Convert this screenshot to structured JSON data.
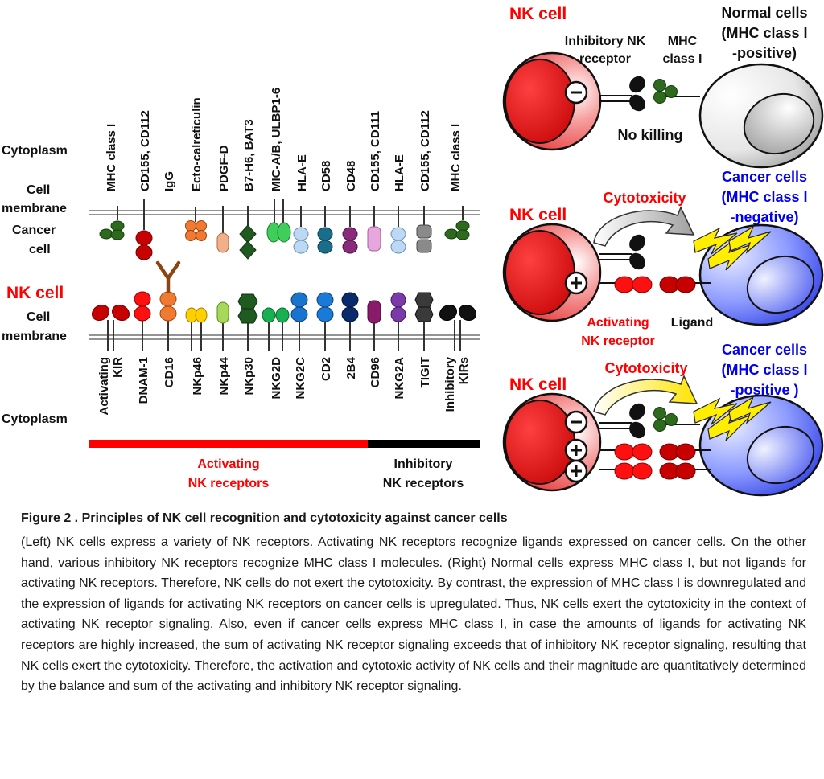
{
  "left": {
    "labels": {
      "cytoplasm_top": "Cytoplasm",
      "cell_membrane_top_line1": "Cell",
      "cell_membrane_top_line2": "membrane",
      "cancer_cell_line1": "Cancer",
      "cancer_cell_line2": "cell",
      "nk_cell": "NK cell",
      "cell_membrane_bottom_line1": "Cell",
      "cell_membrane_bottom_line2": "membrane",
      "cytoplasm_bottom": "Cytoplasm"
    },
    "ligands": [
      "MHC class I",
      "CD155, CD112",
      "IgG",
      "Ecto-calreticulin",
      "PDGF-D",
      "B7-H6, BAT3",
      "MIC-A/B, ULBP1-6",
      "HLA-E",
      "CD58",
      "CD48",
      "CD155, CD111",
      "HLA-E",
      "CD155, CD112",
      "MHC class I"
    ],
    "receptors": [
      {
        "line1": "Activating",
        "line2": "KIR"
      },
      {
        "line1": "DNAM-1",
        "line2": ""
      },
      {
        "line1": "CD16",
        "line2": ""
      },
      {
        "line1": "NKp46",
        "line2": ""
      },
      {
        "line1": "NKp44",
        "line2": ""
      },
      {
        "line1": "NKp30",
        "line2": ""
      },
      {
        "line1": "NKG2D",
        "line2": ""
      },
      {
        "line1": "NKG2C",
        "line2": ""
      },
      {
        "line1": "CD2",
        "line2": ""
      },
      {
        "line1": "2B4",
        "line2": ""
      },
      {
        "line1": "CD96",
        "line2": ""
      },
      {
        "line1": "NKG2A",
        "line2": ""
      },
      {
        "line1": "TIGIT",
        "line2": ""
      },
      {
        "line1": "Inhibitory",
        "line2": "KIRs"
      }
    ],
    "activating_group_line1": "Activating",
    "activating_group_line2": "NK receptors",
    "inhibitory_group_line1": "Inhibitory",
    "inhibitory_group_line2": "NK receptors"
  },
  "right": {
    "panel1": {
      "nk_label": "NK cell",
      "inhibitory_receptor_line1": "Inhibitory NK",
      "inhibitory_receptor_line2": "receptor",
      "mhc_line1": "MHC",
      "mhc_line2": "class I",
      "target_line1": "Normal cells",
      "target_line2": "(MHC class I",
      "target_line3": "-positive)",
      "outcome": "No killing"
    },
    "panel2": {
      "nk_label": "NK cell",
      "cytotoxicity": "Cytotoxicity",
      "target_line1": "Cancer cells",
      "target_line2": "(MHC class I",
      "target_line3": "-negative)",
      "activating_line1": "Activating",
      "activating_line2": "NK receptor",
      "ligand": "Ligand"
    },
    "panel3": {
      "nk_label": "NK cell",
      "cytotoxicity": "Cytotoxicity",
      "target_line1": "Cancer cells",
      "target_line2": "(MHC class I",
      "target_line3": "-positive )"
    }
  },
  "caption": {
    "title": "Figure 2 . Principles of NK cell recognition and cytotoxicity against cancer cells",
    "body": "(Left) NK cells express a variety of NK receptors. Activating NK receptors recognize ligands expressed on cancer cells. On the other hand, various inhibitory NK receptors recognize MHC class I molecules. (Right) Normal cells express MHC class I, but not ligands for activating NK receptors. Therefore, NK cells do not exert the cytotoxicity. By contrast, the expression of MHC class I is downregulated and the expression of ligands for activating NK receptors on cancer cells is upregulated. Thus, NK cells exert the cytotoxicity in the context of activating NK receptor signaling. Also, even if cancer cells express MHC class I, in case the amounts of ligands for activating NK receptors are highly increased, the sum of activating NK receptor signaling exceeds that of inhibitory NK receptor signaling, resulting that NK cells exert the cytotoxicity. Therefore, the activation and cytotoxic activity of NK cells and their magnitude are quantitatively determined by the balance and sum of the activating and inhibitory NK receptor signaling."
  },
  "colors": {
    "red": "#ff0000",
    "blue": "#0000ee",
    "nk_cell_fill": "#f08080",
    "cancer_cell_fill": "#6f7fe6"
  }
}
